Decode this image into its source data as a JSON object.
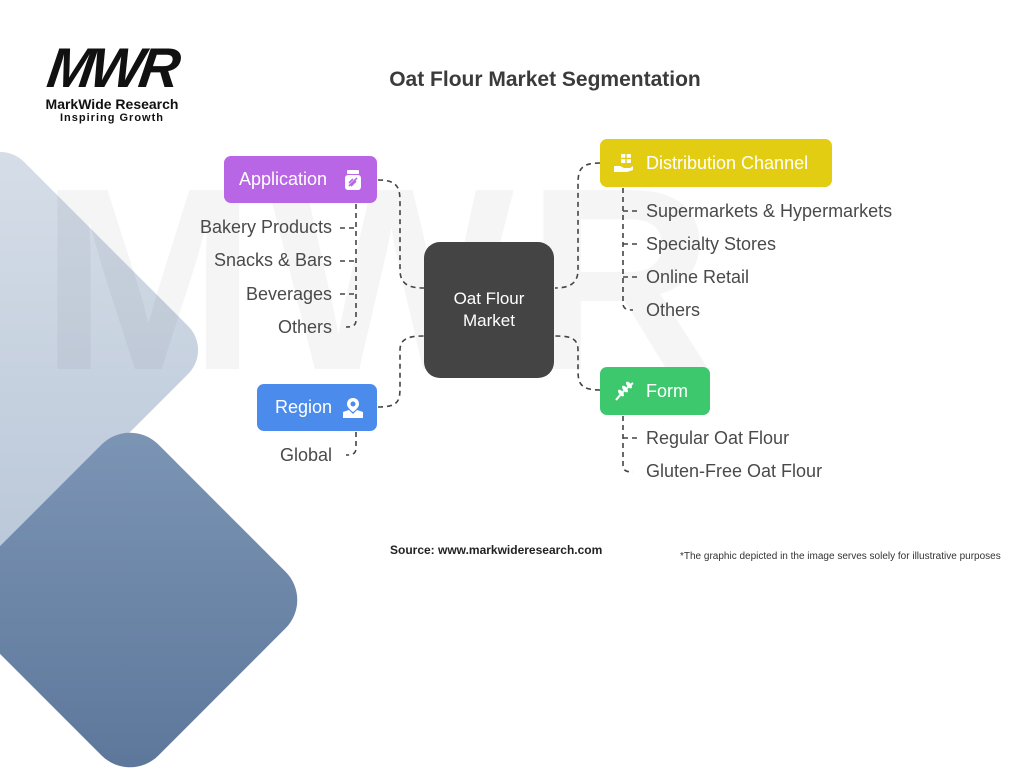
{
  "logo": {
    "mark": "MWR",
    "name": "MarkWide Research",
    "tagline": "Inspiring Growth"
  },
  "title": "Oat Flour Market Segmentation",
  "center": {
    "line1": "Oat Flour",
    "line2": "Market"
  },
  "categories": {
    "application": {
      "label": "Application",
      "icon": "jar-icon",
      "color": "#b865e6",
      "items": [
        "Bakery Products",
        "Snacks & Bars",
        "Beverages",
        "Others"
      ]
    },
    "distribution": {
      "label": "Distribution Channel",
      "icon": "hand-box-icon",
      "color": "#e3cd12",
      "items": [
        "Supermarkets & Hypermarkets",
        "Specialty Stores",
        "Online Retail",
        "Others"
      ]
    },
    "region": {
      "label": "Region",
      "icon": "map-pin-icon",
      "color": "#4a8bec",
      "items": [
        "Global"
      ]
    },
    "form": {
      "label": "Form",
      "icon": "wheat-icon",
      "color": "#3dc86e",
      "items": [
        "Regular Oat Flour",
        "Gluten-Free Oat Flour"
      ]
    }
  },
  "source": "Source: www.markwideresearch.com",
  "disclaimer": "*The graphic depicted in the image serves solely for illustrative purposes"
}
